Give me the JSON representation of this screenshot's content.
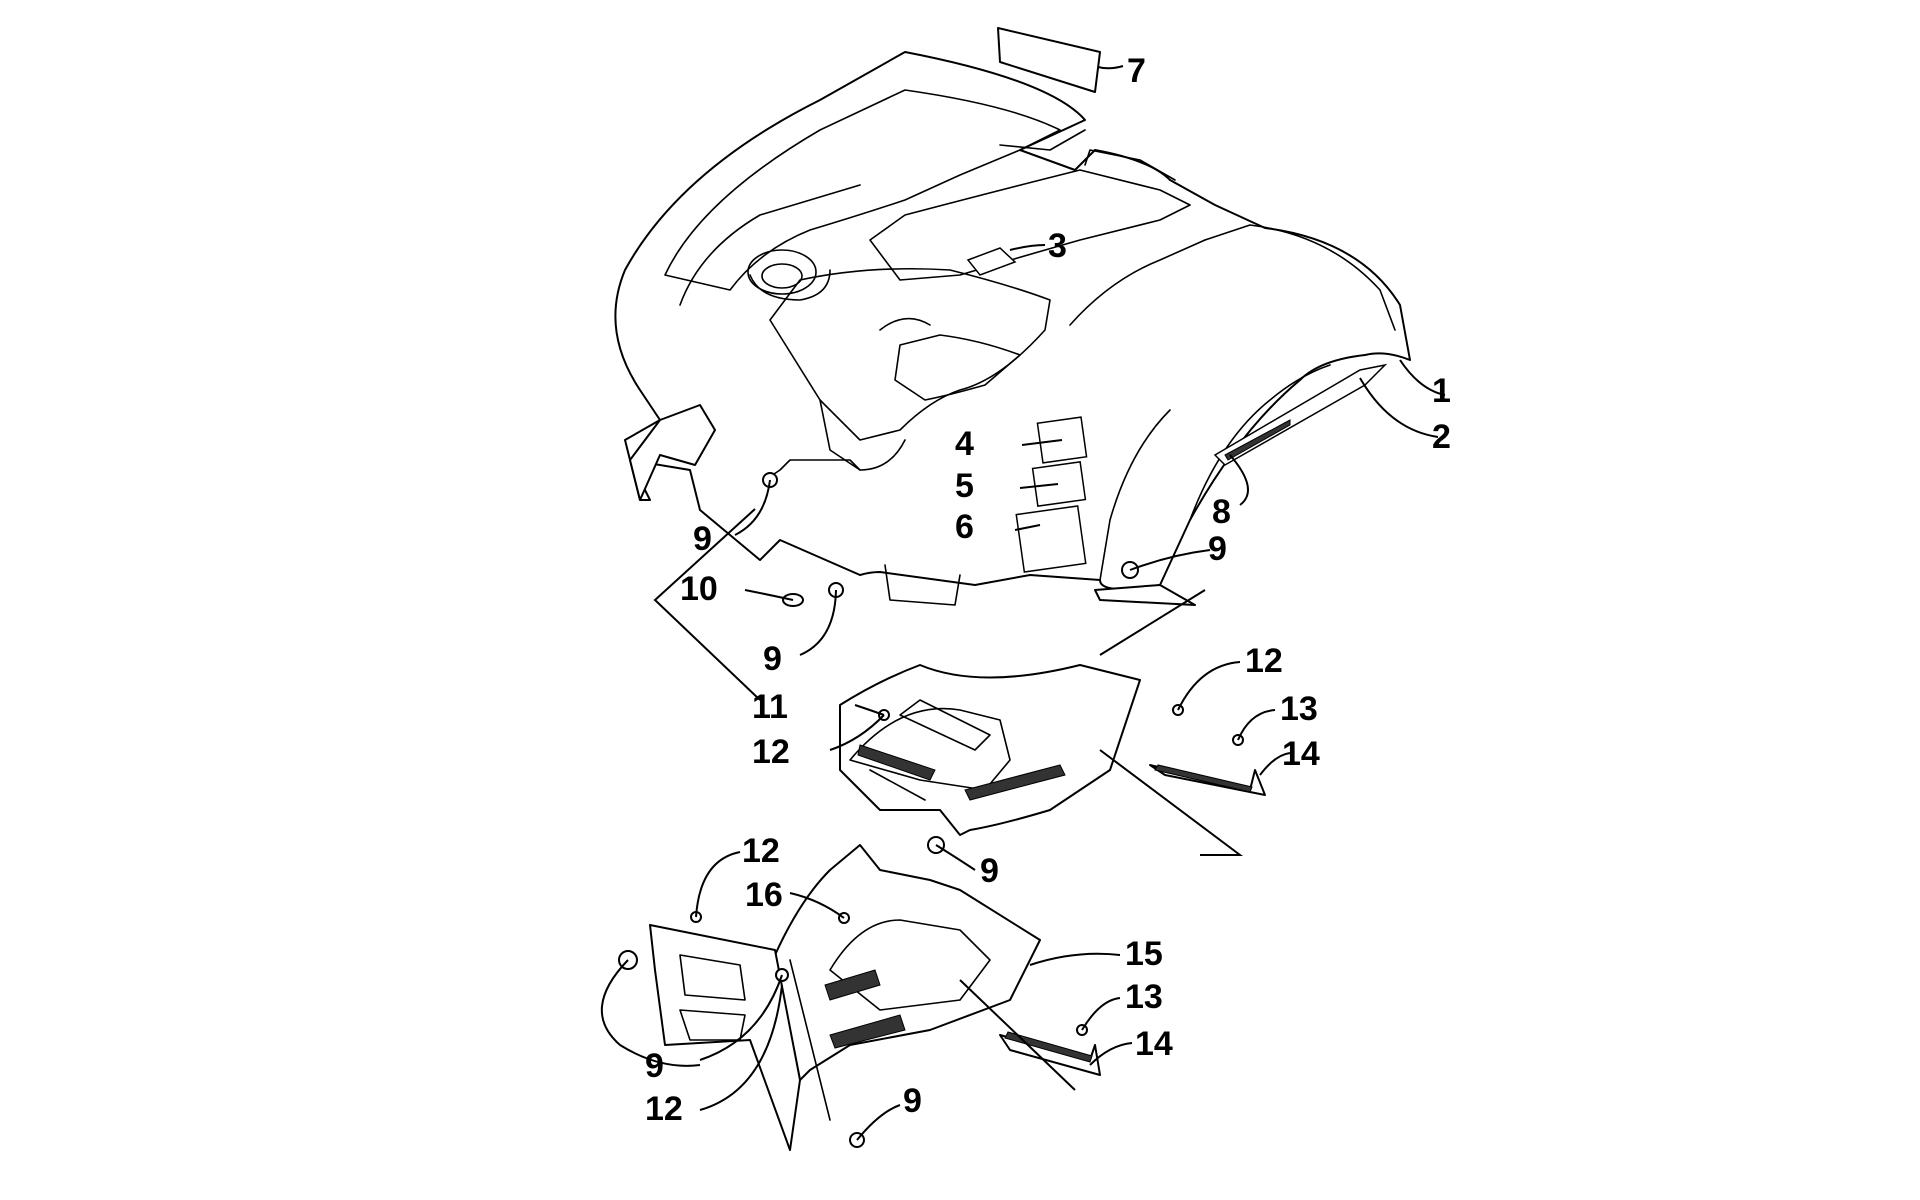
{
  "callouts": {
    "c1": "1",
    "c2": "2",
    "c3": "3",
    "c4": "4",
    "c5": "5",
    "c6": "6",
    "c7": "7",
    "c8": "8",
    "c9a": "9",
    "c9b": "9",
    "c9c": "9",
    "c9d": "9",
    "c9e": "9",
    "c9f": "9",
    "c10": "10",
    "c11": "11",
    "c12a": "12",
    "c12b": "12",
    "c12c": "12",
    "c12d": "12",
    "c13a": "13",
    "c13b": "13",
    "c14a": "14",
    "c14b": "14",
    "c15": "15",
    "c16": "16"
  },
  "colors": {
    "line": "#000000",
    "background": "#ffffff"
  }
}
